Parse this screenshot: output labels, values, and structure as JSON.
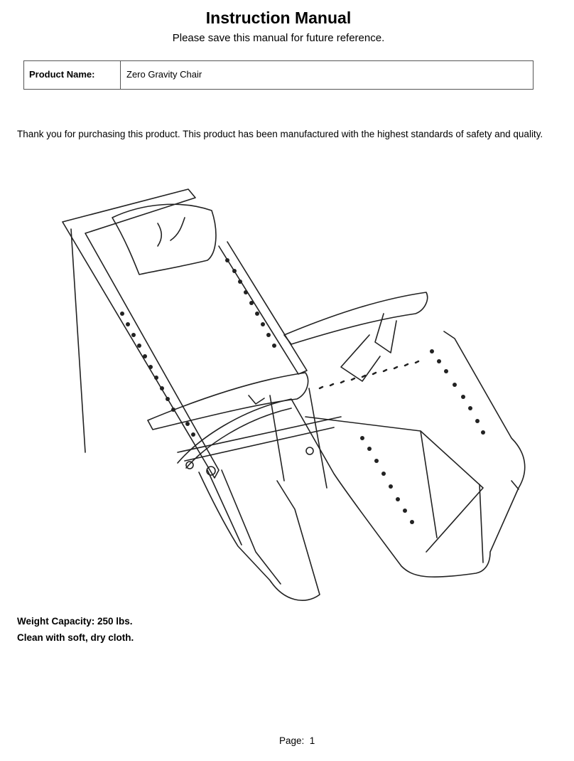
{
  "header": {
    "title": "Instruction Manual",
    "subtitle": "Please save this manual for future reference."
  },
  "product": {
    "label": "Product Name:",
    "value": "Zero Gravity Chair"
  },
  "intro": {
    "text": "Thank you for purchasing this product. This product has been manufactured with the highest standards of safety and quality."
  },
  "figure": {
    "icon": "zero-gravity-chair-line-drawing"
  },
  "specs": {
    "weight": "Weight Capacity: 250 lbs.",
    "care": "Clean with soft, dry cloth."
  },
  "footer": {
    "page_label": "Page:  1"
  }
}
